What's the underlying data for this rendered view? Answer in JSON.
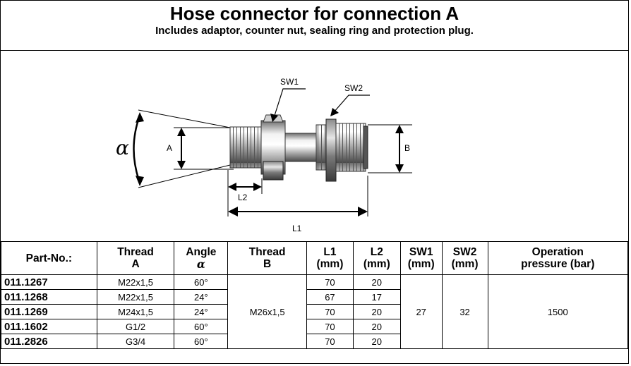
{
  "title": {
    "main": "Hose connector for connection A",
    "sub": "Includes adaptor, counter nut, sealing ring and protection plug."
  },
  "drawing": {
    "labels": {
      "sw1": "SW1",
      "sw2": "SW2",
      "alpha": "α",
      "a": "A",
      "b": "B",
      "l1": "L1",
      "l2": "L2"
    }
  },
  "table": {
    "headers": {
      "part_no": "Part-No.:",
      "thread_a": [
        "Thread",
        "A"
      ],
      "angle": [
        "Angle",
        "α"
      ],
      "thread_b": [
        "Thread",
        "B"
      ],
      "l1": [
        "L1",
        "(mm)"
      ],
      "l2": [
        "L2",
        "(mm)"
      ],
      "sw1": [
        "SW1",
        "(mm)"
      ],
      "sw2": [
        "SW2",
        "(mm)"
      ],
      "pressure": [
        "Operation",
        "pressure (bar)"
      ]
    },
    "rows": [
      {
        "part_no": "011.1267",
        "thread_a": "M22x1,5",
        "angle": "60°",
        "l1": "70",
        "l2": "20"
      },
      {
        "part_no": "011.1268",
        "thread_a": "M22x1,5",
        "angle": "24°",
        "l1": "67",
        "l2": "17"
      },
      {
        "part_no": "011.1269",
        "thread_a": "M24x1,5",
        "angle": "24°",
        "l1": "70",
        "l2": "20"
      },
      {
        "part_no": "011.1602",
        "thread_a": "G1/2",
        "angle": "60°",
        "l1": "70",
        "l2": "20"
      },
      {
        "part_no": "011.2826",
        "thread_a": "G3/4",
        "angle": "60°",
        "l1": "70",
        "l2": "20"
      }
    ],
    "merged": {
      "thread_b": "M26x1,5",
      "sw1": "27",
      "sw2": "32",
      "pressure": "1500"
    }
  }
}
